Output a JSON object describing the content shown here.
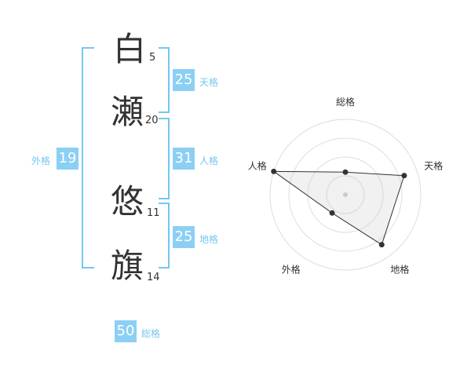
{
  "name_chars": [
    {
      "char": "白",
      "strokes": "5"
    },
    {
      "char": "瀬",
      "strokes": "20"
    },
    {
      "char": "悠",
      "strokes": "11"
    },
    {
      "char": "旗",
      "strokes": "14"
    }
  ],
  "fortunes": {
    "tenkaku": {
      "value": "25",
      "label": "天格"
    },
    "jinkaku": {
      "value": "31",
      "label": "人格"
    },
    "chikaku": {
      "value": "25",
      "label": "地格"
    },
    "gaikaku": {
      "value": "19",
      "label": "外格"
    },
    "soukaku": {
      "value": "50",
      "label": "総格"
    }
  },
  "colors": {
    "accent": "#8ccff4",
    "bracket": "#76c6ef",
    "text": "#333333"
  },
  "chart_data": {
    "type": "radar",
    "axes": [
      "総格",
      "天格",
      "地格",
      "外格",
      "人格"
    ],
    "values": [
      0.3,
      0.82,
      0.82,
      0.3,
      1.0
    ],
    "range": [
      0,
      1
    ],
    "rings": 4
  }
}
